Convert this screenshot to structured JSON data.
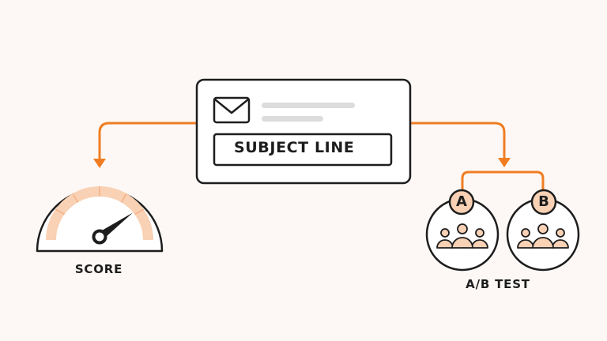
{
  "email_card": {
    "subject_label": "SUBJECT LINE",
    "icon": "envelope-icon"
  },
  "score": {
    "label": "SCORE",
    "icon": "speedometer-gauge-icon",
    "needle_level": 0.8
  },
  "ab_test": {
    "label": "A/B TEST",
    "variant_a": "A",
    "variant_b": "B",
    "icon": "people-group-icon"
  },
  "colors": {
    "accent": "#f07d22",
    "accent_light": "#f9d1b4",
    "outline": "#1d1d1d",
    "background": "#fdf8f5",
    "placeholder": "#dcdcdc"
  }
}
